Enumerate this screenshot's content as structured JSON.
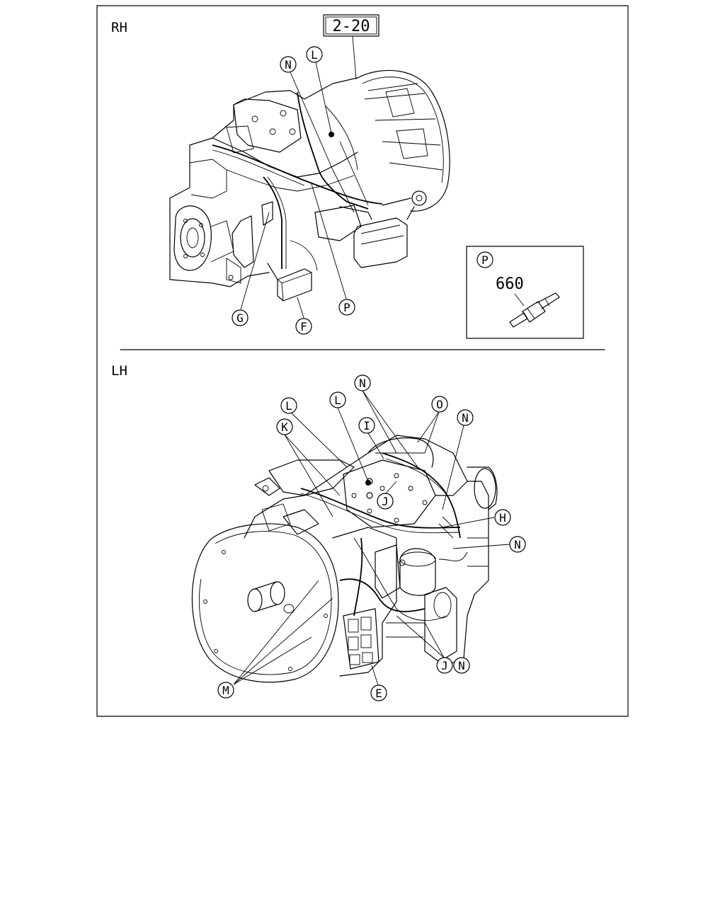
{
  "views": {
    "rh": {
      "label": "RH"
    },
    "lh": {
      "label": "LH"
    }
  },
  "reference_box": {
    "label": "2-20"
  },
  "detail_box": {
    "callout": "P",
    "part_number": "660"
  },
  "callouts": {
    "rh_N": "N",
    "rh_L": "L",
    "rh_G": "G",
    "rh_F": "F",
    "rh_P": "P",
    "lh_N1": "N",
    "lh_L1": "L",
    "lh_L2": "L",
    "lh_O": "O",
    "lh_N2": "N",
    "lh_K": "K",
    "lh_I": "I",
    "lh_J1": "J",
    "lh_H": "H",
    "lh_N3": "N",
    "lh_J2": "J",
    "lh_N4": "N",
    "lh_M": "M",
    "lh_E": "E"
  }
}
